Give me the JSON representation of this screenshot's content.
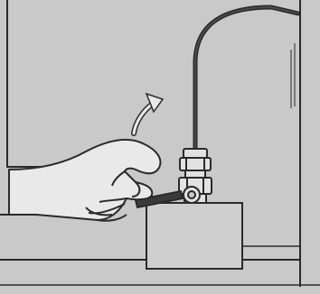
{
  "figure": {
    "kind": "instruction-illustration",
    "caption": "",
    "colors": {
      "background": "#c9c9c9",
      "line": "#2a2a2a",
      "fill_light": "#e2e2e2"
    },
    "parts": [
      "cabinet",
      "appliance-box",
      "compression-fitting",
      "pipe",
      "hand",
      "wrench",
      "turn-arrow-icon"
    ]
  }
}
